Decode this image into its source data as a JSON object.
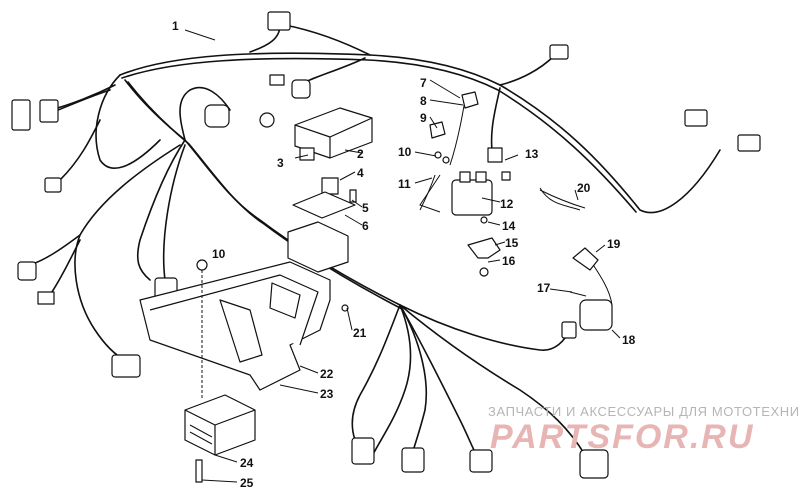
{
  "callouts": [
    "1",
    "2",
    "3",
    "4",
    "5",
    "6",
    "7",
    "8",
    "9",
    "10",
    "11",
    "12",
    "13",
    "14",
    "15",
    "16",
    "17",
    "18",
    "19",
    "20",
    "21",
    "22",
    "23",
    "24",
    "25"
  ],
  "callout_10_second": "10",
  "watermark": {
    "subtitle": "ЗАПЧАСТИ И АКСЕССУАРЫ ДЛЯ МОТОТЕХНИКИ",
    "logo": "PARTSFOR.RU"
  },
  "colors": {
    "line": "#111111",
    "watermark_logo": "#e8b5b5",
    "watermark_text": "#b5b5b5"
  }
}
